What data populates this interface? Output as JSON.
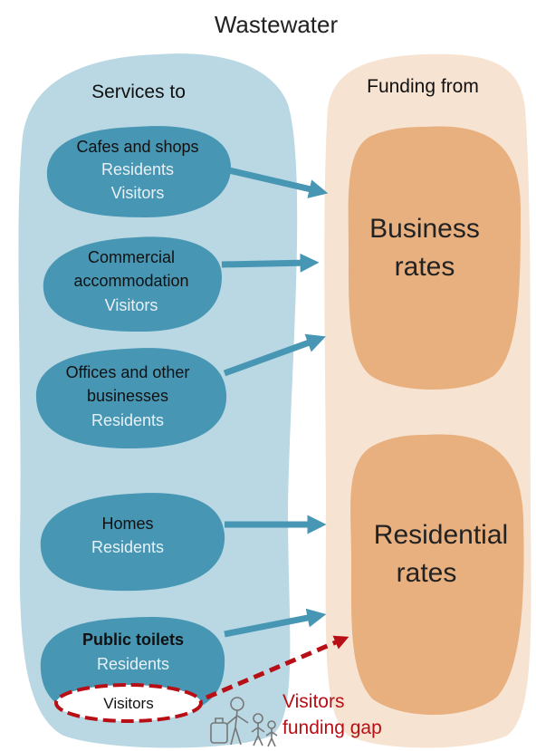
{
  "title": "Wastewater",
  "services_header": "Services to",
  "funding_header": "Funding from",
  "services": [
    {
      "name": "Cafes and shops",
      "sub": [
        "Residents",
        "Visitors"
      ]
    },
    {
      "name": "Commercial",
      "name2": "accommodation",
      "sub": [
        "Visitors"
      ]
    },
    {
      "name": "Offices and other",
      "name2": "businesses",
      "sub": [
        "Residents"
      ]
    },
    {
      "name": "Homes",
      "sub": [
        "Residents"
      ]
    },
    {
      "name": "Public toilets",
      "sub": [
        "Residents"
      ],
      "gap_label": "Visitors"
    }
  ],
  "funding": [
    {
      "line1": "Business",
      "line2": "rates"
    },
    {
      "line1": "Residential",
      "line2": "rates"
    }
  ],
  "gap_note": {
    "line1": "Visitors",
    "line2": "funding gap"
  },
  "colors": {
    "services_bg": "#b9d8e3",
    "service_blob": "#4796b4",
    "funding_bg": "#f7e3d2",
    "funding_blob": "#e8b07f",
    "arrow": "#4796b4",
    "gap": "#b80f16",
    "white_text": "#e8f1f5"
  }
}
